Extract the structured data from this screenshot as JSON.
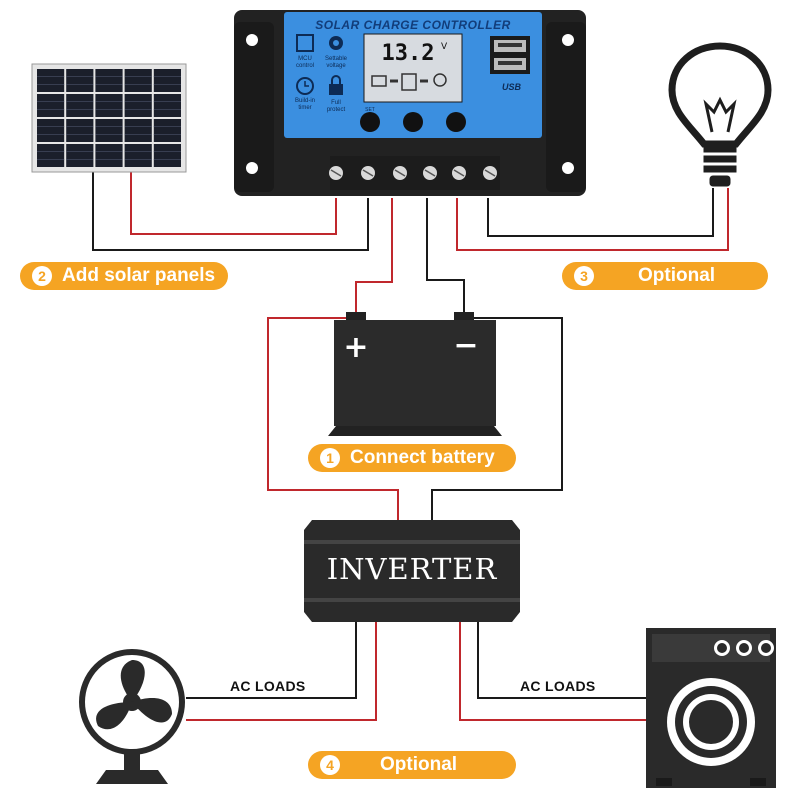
{
  "controller": {
    "title": "SOLAR CHARGE CONTROLLER",
    "display_value": "13.2",
    "display_unit": "V",
    "features": [
      {
        "label": "MCU control",
        "icon": "chip-icon"
      },
      {
        "label": "Settable voltage",
        "icon": "gear-icon"
      },
      {
        "label": "Build-in timer",
        "icon": "clock-icon"
      },
      {
        "label": "Full protect",
        "icon": "lock-icon"
      }
    ],
    "usb_label": "USB",
    "button_labels": [
      "SET",
      "",
      ""
    ]
  },
  "steps": [
    {
      "number": "1",
      "label": "Connect battery"
    },
    {
      "number": "2",
      "label": "Add solar panels"
    },
    {
      "number": "3",
      "label": "Optional"
    },
    {
      "number": "4",
      "label": "Optional"
    }
  ],
  "inverter": {
    "label": "INVERTER"
  },
  "loads": {
    "left_label": "AC LOADS",
    "right_label": "AC LOADS"
  },
  "colors": {
    "accent": "#f5a423",
    "wire_positive": "#c0282d",
    "wire_negative": "#1a1a1a",
    "controller_blue": "#3b8fe0",
    "device_dark": "#2a2a2a"
  }
}
